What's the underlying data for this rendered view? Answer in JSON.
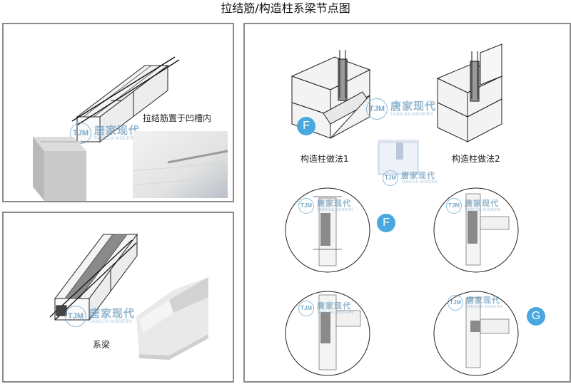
{
  "title": "拉结筋/构造柱系梁节点图",
  "panel_a": {
    "caption": "拉结筋置于凹槽内"
  },
  "panel_b": {
    "caption": "系梁"
  },
  "panel_c": {
    "method1_label": "构造柱做法1",
    "method2_label": "构造柱做法2",
    "badge_f_top": "F",
    "badge_f_mid": "F",
    "badge_g": "G"
  },
  "logo": {
    "mark": "TJM",
    "cn": "唐家现代",
    "en": "TANGJIA MODERN"
  },
  "colors": {
    "panel_border": "#8a8a8a",
    "badge_blue": "#4aa8e0",
    "logo_blue": "#5fa7d2"
  }
}
